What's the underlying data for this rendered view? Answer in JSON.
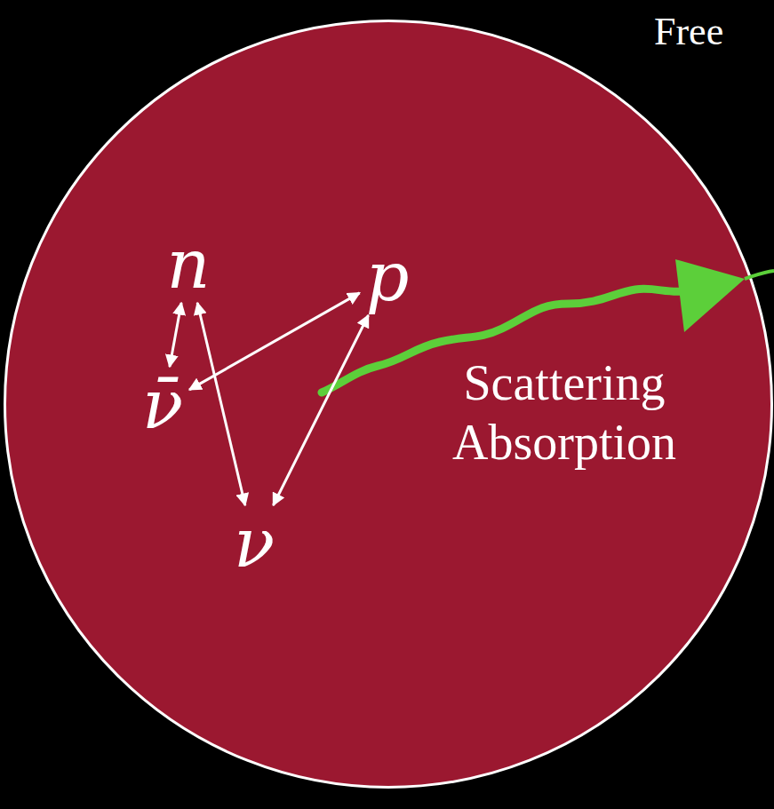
{
  "diagram": {
    "nodes": [
      {
        "text": [
          "Scattering Absorption"
        ]
      },
      {
        "text": [
          "n"
        ],
        "in": 0
      },
      {
        "text": [
          "p"
        ],
        "in": 0
      },
      {
        "text": [
          "ν̄"
        ],
        "in": 0
      },
      {
        "text": [
          "ν"
        ],
        "in": 0
      }
    ],
    "edges": [
      {
        "from": 1,
        "to": 3,
        "arrow": "both"
      },
      {
        "from": 1,
        "to": 4,
        "arrow": "both"
      },
      {
        "from": 2,
        "to": 3,
        "arrow": "both"
      },
      {
        "from": 2,
        "to": 4,
        "arrow": "both"
      }
    ],
    "labels": [
      "Free"
    ]
  }
}
